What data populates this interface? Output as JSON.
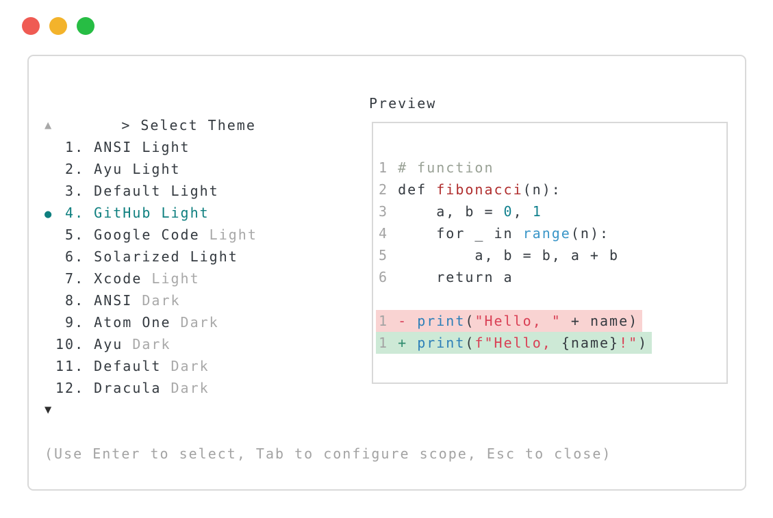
{
  "window": {
    "traffic_lights": [
      {
        "name": "close",
        "color": "#ef5b53"
      },
      {
        "name": "minimize",
        "color": "#f3b32b"
      },
      {
        "name": "zoom",
        "color": "#27bd44"
      }
    ]
  },
  "selector": {
    "prompt_caret": ">",
    "title": "Select Theme",
    "scroll_up": "▲",
    "scroll_down": "▼",
    "selected_marker": "●",
    "items": [
      {
        "number": "1",
        "name": "ANSI Light",
        "suffix": "",
        "selected": false
      },
      {
        "number": "2",
        "name": "Ayu Light",
        "suffix": "",
        "selected": false
      },
      {
        "number": "3",
        "name": "Default Light",
        "suffix": "",
        "selected": false
      },
      {
        "number": "4",
        "name": "GitHub Light",
        "suffix": "",
        "selected": true
      },
      {
        "number": "5",
        "name": "Google Code",
        "suffix": "Light",
        "selected": false
      },
      {
        "number": "6",
        "name": "Solarized Light",
        "suffix": "",
        "selected": false
      },
      {
        "number": "7",
        "name": "Xcode",
        "suffix": "Light",
        "selected": false
      },
      {
        "number": "8",
        "name": "ANSI",
        "suffix": "Dark",
        "selected": false
      },
      {
        "number": "9",
        "name": "Atom One",
        "suffix": "Dark",
        "selected": false
      },
      {
        "number": "10",
        "name": "Ayu",
        "suffix": "Dark",
        "selected": false
      },
      {
        "number": "11",
        "name": "Default",
        "suffix": "Dark",
        "selected": false
      },
      {
        "number": "12",
        "name": "Dracula",
        "suffix": "Dark",
        "selected": false
      }
    ],
    "help": "(Use Enter to select, Tab to configure scope, Esc to close)"
  },
  "preview": {
    "label": "Preview",
    "lines": [
      {
        "tokens": [
          [
            "1 ",
            "dim"
          ],
          [
            "# function",
            "comment"
          ]
        ]
      },
      {
        "tokens": [
          [
            "2 ",
            "dim"
          ],
          [
            "def ",
            "text"
          ],
          [
            "fibonacci",
            "func"
          ],
          [
            "(n):",
            "text"
          ]
        ]
      },
      {
        "tokens": [
          [
            "3 ",
            "dim"
          ],
          [
            "    a, b = ",
            "text"
          ],
          [
            "0",
            "num"
          ],
          [
            ", ",
            "text"
          ],
          [
            "1",
            "num"
          ]
        ]
      },
      {
        "tokens": [
          [
            "4 ",
            "dim"
          ],
          [
            "    for _ in ",
            "text"
          ],
          [
            "range",
            "builtin"
          ],
          [
            "(n):",
            "text"
          ]
        ]
      },
      {
        "tokens": [
          [
            "5 ",
            "dim"
          ],
          [
            "        a, b = b, a + b",
            "text"
          ]
        ]
      },
      {
        "tokens": [
          [
            "6 ",
            "dim"
          ],
          [
            "    return a",
            "text"
          ]
        ]
      },
      {
        "tokens": []
      },
      {
        "bg": "del",
        "tokens": [
          [
            "1 ",
            "dim"
          ],
          [
            "- ",
            "del"
          ],
          [
            "print",
            "call"
          ],
          [
            "(",
            "text"
          ],
          [
            "\"Hello, \"",
            "str"
          ],
          [
            " + name)",
            "text"
          ]
        ]
      },
      {
        "bg": "add",
        "tokens": [
          [
            "1 ",
            "dim"
          ],
          [
            "+ ",
            "add"
          ],
          [
            "print",
            "call"
          ],
          [
            "(",
            "text"
          ],
          [
            "f\"Hello, ",
            "str"
          ],
          [
            "{name}",
            "text"
          ],
          [
            "!\"",
            "str"
          ],
          [
            ")",
            "text"
          ]
        ]
      }
    ]
  },
  "colors": {
    "text": "#343a40",
    "dim": "#a3a3a3",
    "accent": "#0e7f7f",
    "comment": "#99a195",
    "func": "#b02e2e",
    "num": "#12818e",
    "builtin": "#3a96c8",
    "call": "#2d7fb8",
    "str": "#d94055",
    "del": "#d8405a",
    "add": "#2e8b6e",
    "del_bg": "#f9d3d2",
    "add_bg": "#cde9d6",
    "border": "#d9d9d9",
    "help": "#a3a3a3"
  }
}
